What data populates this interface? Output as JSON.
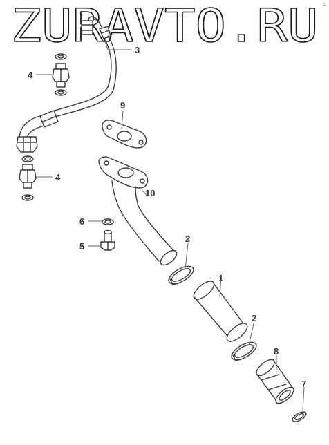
{
  "watermark": {
    "text": "ZURAVTO.RU"
  },
  "corner_mark": "▫",
  "callouts": [
    {
      "id": "c3",
      "label": "3"
    },
    {
      "id": "c4a",
      "label": "4"
    },
    {
      "id": "c9",
      "label": "9"
    },
    {
      "id": "c4b",
      "label": "4"
    },
    {
      "id": "c10",
      "label": "10"
    },
    {
      "id": "c6",
      "label": "6"
    },
    {
      "id": "c5",
      "label": "5"
    },
    {
      "id": "c2a",
      "label": "2"
    },
    {
      "id": "c1",
      "label": "1"
    },
    {
      "id": "c2b",
      "label": "2"
    },
    {
      "id": "c8",
      "label": "8"
    },
    {
      "id": "c7",
      "label": "7"
    }
  ],
  "colors": {
    "line": "#3a3a3a",
    "leader": "#666666",
    "text": "#333333"
  }
}
